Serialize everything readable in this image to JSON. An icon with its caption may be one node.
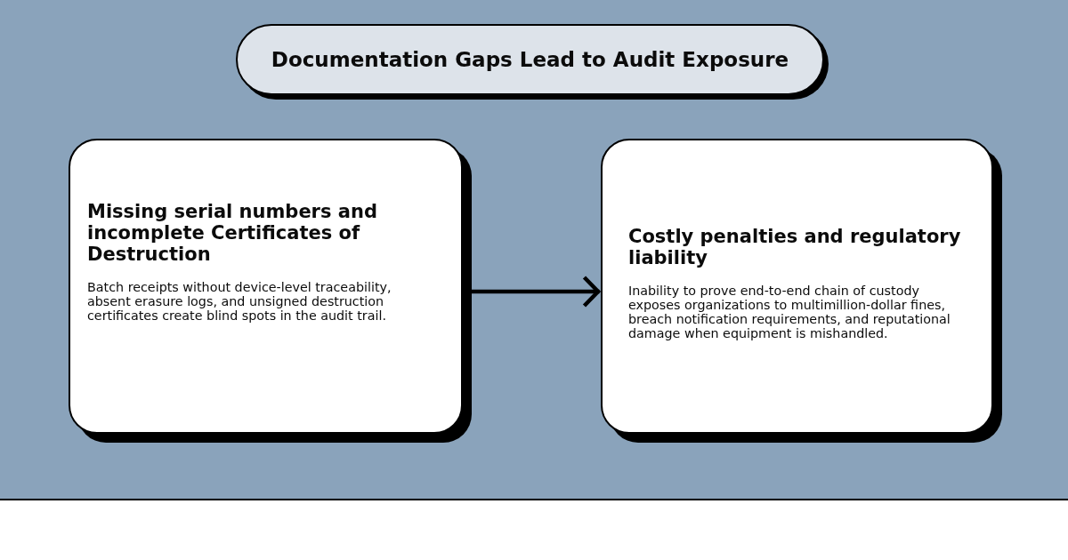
{
  "diagram": {
    "title": "Documentation Gaps Lead to Audit Exposure",
    "nodes": [
      {
        "text": [
          "Missing serial numbers and incomplete Certificates of Destruction",
          "Batch receipts without device-level traceability, absent erasure logs, and unsigned destruction certificates create blind spots in the audit trail."
        ]
      },
      {
        "text": [
          "Costly penalties and regulatory liability",
          "Inability to prove end-to-end chain of custody exposes organizations to multimillion-dollar fines, breach notification requirements, and reputational damage when equipment is mishandled."
        ]
      }
    ],
    "edges": [
      {
        "from": 0,
        "to": 1,
        "arrow": "to"
      }
    ]
  }
}
